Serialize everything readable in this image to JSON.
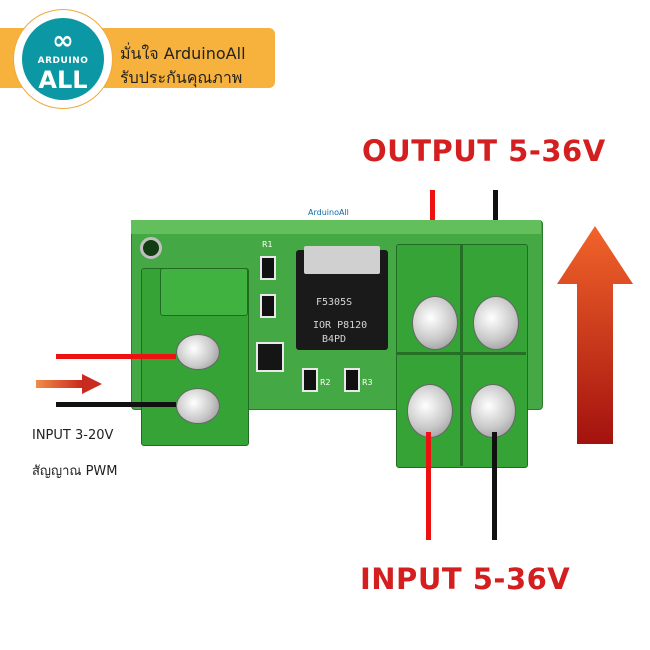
{
  "logo": {
    "brand_top": "ARDUINO",
    "brand_bottom": "ALL",
    "symbol": "infinity-plus-minus"
  },
  "promo": {
    "line1": "มั่นใจ ArduinoAll",
    "line2": "รับประกันคุณภาพ"
  },
  "labels": {
    "output": "OUTPUT 5-36V",
    "input": "INPUT 5-36V",
    "signal_input": "INPUT 3-20V",
    "signal_type": "สัญญาณ PWM"
  },
  "board": {
    "chip_line1": "F5305S",
    "chip_line2": "IOR P8120",
    "chip_line3": "B4PD",
    "silk_r1": "R1",
    "silk_r2": "R2",
    "silk_r3": "R3",
    "silk_logo": "ArduinoAll"
  },
  "colors": {
    "brand_orange": "#f6b23c",
    "brand_teal": "#0b97a3",
    "label_red": "#d31f1f",
    "pcb_green": "#44a844",
    "wire_red": "#ee1111",
    "wire_black": "#111111"
  }
}
